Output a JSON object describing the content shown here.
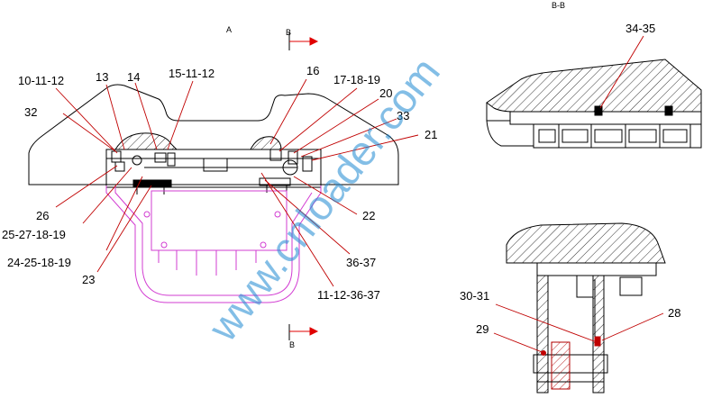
{
  "view_labels": {
    "view_a": "A",
    "section_b_top": "B",
    "section_b_bottom": "B",
    "section_title": "B-B"
  },
  "callouts": {
    "c_10_11_12": "10-11-12",
    "c_13": "13",
    "c_14": "14",
    "c_15_11_12": "15-11-12",
    "c_16": "16",
    "c_17_18_19": "17-18-19",
    "c_20": "20",
    "c_32": "32",
    "c_33": "33",
    "c_21": "21",
    "c_26": "26",
    "c_25_27_18_19": "25-27-18-19",
    "c_24_25_18_19": "24-25-18-19",
    "c_23": "23",
    "c_22": "22",
    "c_36_37": "36-37",
    "c_11_12_36_37": "11-12-36-37",
    "c_34_35": "34-35",
    "c_30_31": "30-31",
    "c_28": "28",
    "c_29": "29"
  },
  "watermark": "www.cnloader.com",
  "colors": {
    "line": "#000000",
    "leader": "#c00000",
    "arrow": "#e00000",
    "magenta": "#d23cd2",
    "watermark": "#1e88d2"
  }
}
